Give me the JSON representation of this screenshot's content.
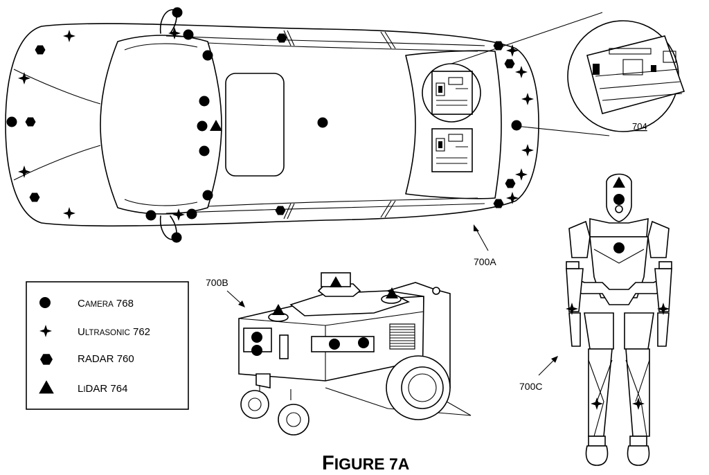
{
  "figure": {
    "title_cap": "F",
    "title_rest": "IGURE 7A"
  },
  "labels": {
    "car": "700A",
    "robot": "700B",
    "humanoid": "700C",
    "zoom": "704"
  },
  "legend": [
    {
      "symbol": "circle-icon",
      "cap": "C",
      "rest": "AMERA",
      "number": "768"
    },
    {
      "symbol": "star-icon",
      "cap": "U",
      "rest": "LTRASONIC",
      "number": "762"
    },
    {
      "symbol": "hexagon-icon",
      "cap": "",
      "rest": "RADAR",
      "number": "760"
    },
    {
      "symbol": "triangle-icon",
      "cap": "L",
      "rest": "I",
      "rest2": "DAR",
      "number": "764"
    }
  ]
}
